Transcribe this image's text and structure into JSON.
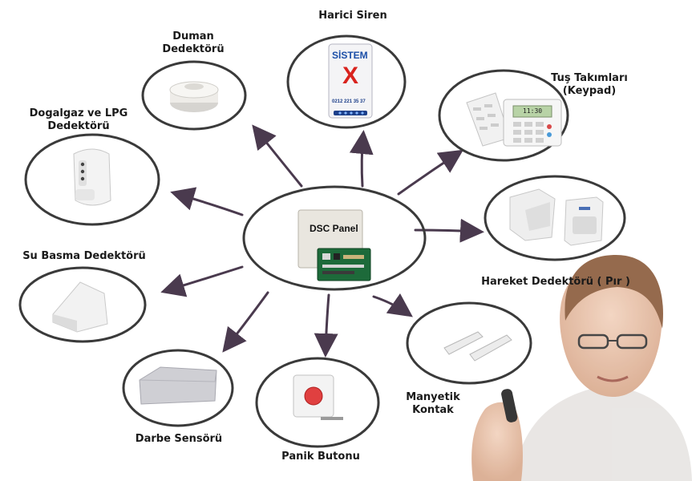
{
  "center": {
    "label": "DSC Panel"
  },
  "nodes": [
    {
      "id": "duman",
      "line1": "Duman",
      "line2": "Dedektörü"
    },
    {
      "id": "siren",
      "line1": "Harici Siren",
      "brand": "SİSTEM",
      "mark": "X",
      "phone": "0212 221 35 37"
    },
    {
      "id": "keypad",
      "line1": "Tuş Takımları",
      "line2": "(Keypad)",
      "display": "11:30"
    },
    {
      "id": "gas",
      "line1": "Dogalgaz ve LPG",
      "line2": "Dedektörü"
    },
    {
      "id": "pir",
      "line1": "Hareket Dedektörü ( Pır )"
    },
    {
      "id": "water",
      "line1": "Su Basma Dedektörü"
    },
    {
      "id": "magnet",
      "line1": "Manyetik",
      "line2": "Kontak"
    },
    {
      "id": "shock",
      "line1": "Darbe Sensörü"
    },
    {
      "id": "panic",
      "line1": "Panik Butonu"
    }
  ],
  "colors": {
    "ellipse_stroke": "#3a3a3a",
    "arrow": "#4a3a4e",
    "siren_accent": "#d9231e",
    "brand_blue": "#1c4fa8"
  }
}
